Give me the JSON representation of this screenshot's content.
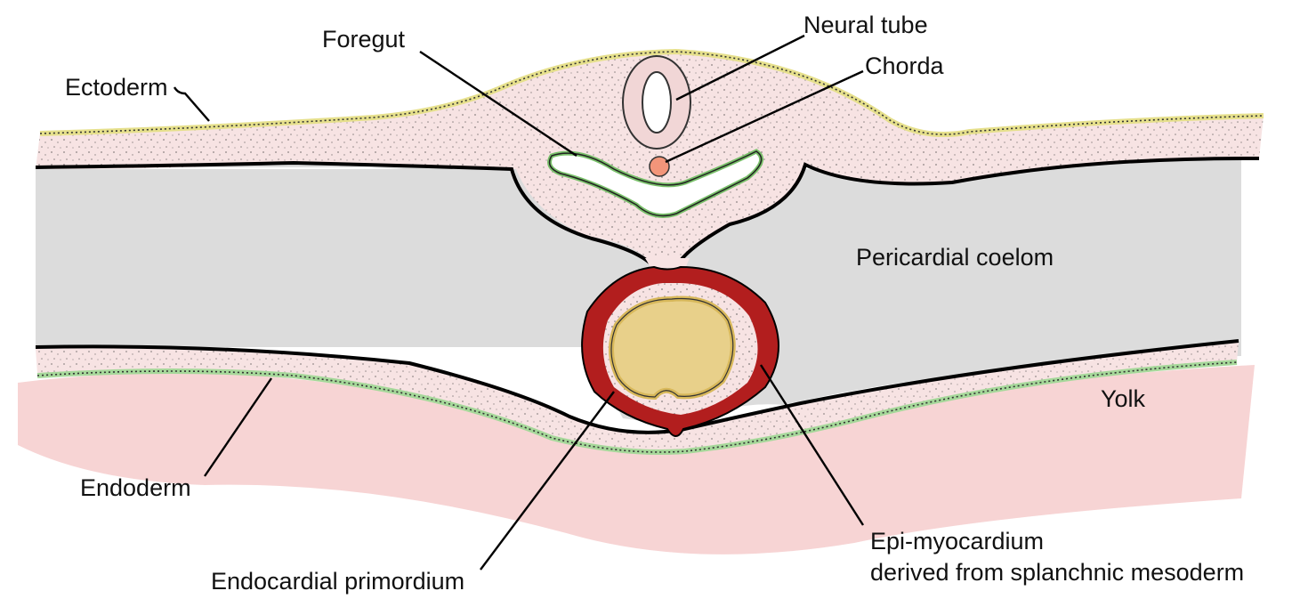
{
  "labels": {
    "foregut": "Foregut",
    "neural_tube": "Neural tube",
    "chorda": "Chorda",
    "ectoderm": "Ectoderm",
    "pericardial_coelom": "Pericardial coelom",
    "yolk": "Yolk",
    "endoderm": "Endoderm",
    "epi_myocardium_line1": "Epi-myocardium",
    "epi_myocardium_line2": "derived from splanchnic mesoderm",
    "endocardial_primordium": "Endocardial primordium"
  },
  "colors": {
    "background": "#ffffff",
    "mesoderm": "#f7e3e3",
    "coelom": "#dcdcdc",
    "yolk": "#f4c6c6",
    "ectoderm_cells": "#e6e08c",
    "endoderm_cells": "#a6d89a",
    "foregut_lining": "#a6d89a",
    "myocardium": "#b21e1e",
    "endocardium": "#e8d08a",
    "chorda": "#f2957a",
    "neural_tube": "#f1d6d6",
    "outline": "#000000"
  },
  "icons": [
    "cross-section-diagram"
  ]
}
